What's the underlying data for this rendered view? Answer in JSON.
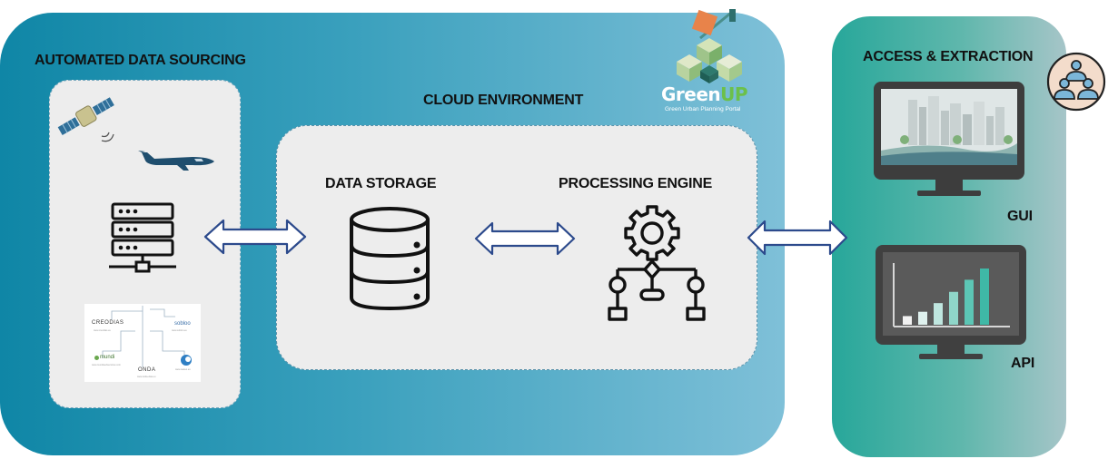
{
  "sections": {
    "sourcing": "AUTOMATED DATA SOURCING",
    "cloud": "CLOUD ENVIRONMENT",
    "access": "ACCESS & EXTRACTION"
  },
  "nodes": {
    "storage": "DATA STORAGE",
    "engine": "PROCESSING ENGINE",
    "gui": "GUI",
    "api": "API"
  },
  "logo": {
    "name_green": "Green",
    "name_up": "UP",
    "tagline": "Green Urban Planning Portal"
  },
  "partners": [
    "CREODIAS",
    "sobloo",
    "mundi",
    "ONDA"
  ],
  "api_chart_values": [
    1,
    1.5,
    2.5,
    3.8,
    5.2,
    6.5
  ]
}
